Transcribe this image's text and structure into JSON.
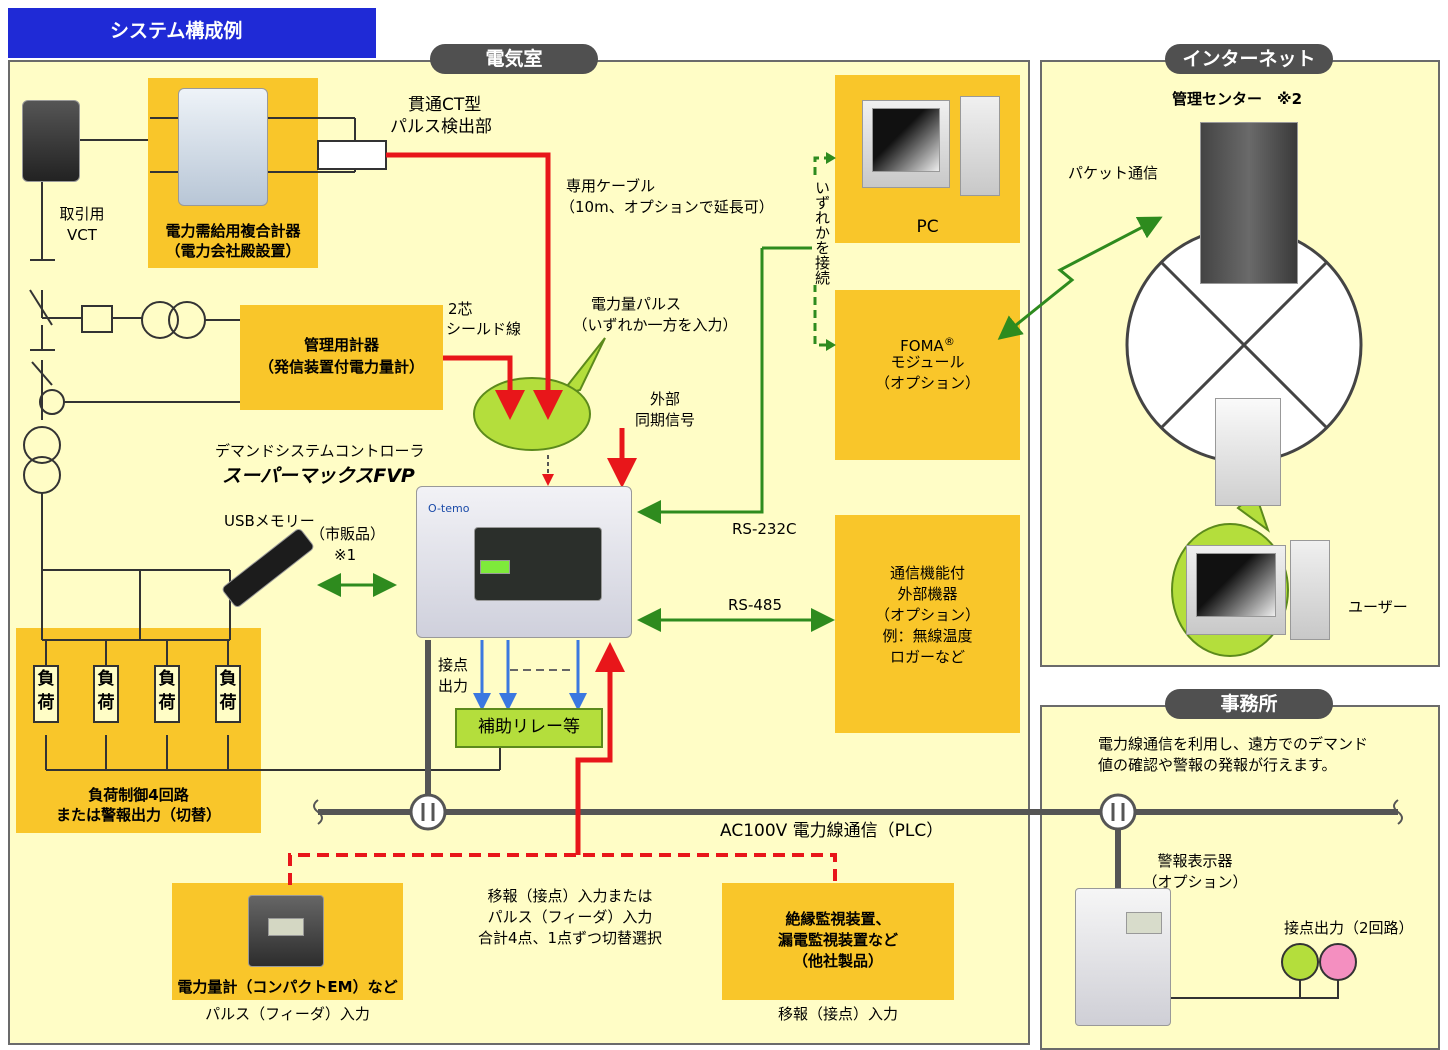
{
  "title": "システム構成例",
  "sections": {
    "denki": "電気室",
    "internet": "インターネット",
    "jimusho": "事務所"
  },
  "labels": {
    "vct": [
      "取引用",
      "VCT"
    ],
    "meter_complex": [
      "電力需給用複合計器",
      "（電力会社殿設置）"
    ],
    "ct": [
      "貫通CT型",
      "パルス検出部"
    ],
    "cable": [
      "専用ケーブル",
      "（10m、オプションで延長可）"
    ],
    "shield": [
      "2芯",
      "シールド線"
    ],
    "kanri_meter": [
      "管理用計器",
      "（発信装置付電力量計）"
    ],
    "pulse": [
      "電力量パルス",
      "（いずれか一方を入力）"
    ],
    "gaibu": [
      "外部",
      "同期信号"
    ],
    "controller_sub": "デマンドシステムコントローラ",
    "controller_name": "スーパーマックスFVP",
    "controller_brand": "O-temo",
    "usb": "USBメモリー",
    "usb_note": [
      "（市販品）",
      "※1"
    ],
    "load_chars": [
      "負",
      "荷"
    ],
    "load_ctrl": [
      "負荷制御4回路",
      "または警報出力（切替）"
    ],
    "contact_out": [
      "接点",
      "出力"
    ],
    "relay": "補助リレー等",
    "pc": "PC",
    "izureka": "いずれかを接続",
    "foma": [
      "FOMA",
      "モジュール",
      "（オプション）"
    ],
    "foma_mark": "®",
    "rs232": "RS-232C",
    "rs485": "RS-485",
    "tsushin": [
      "通信機能付",
      "外部機器",
      "（オプション）",
      "例：無線温度",
      "ロガーなど"
    ],
    "plc": "AC100V 電力線通信（PLC）",
    "compact_meter": "電力量計（コンパクトEM）など",
    "pulse_feeder": "パルス（フィーダ）入力",
    "iho_text": [
      "移報（接点）入力または",
      "パルス（フィーダ）入力",
      "合計4点、1点ずつ切替選択"
    ],
    "zetsuen": [
      "絶縁監視装置、",
      "漏電監視装置など",
      "（他社製品）"
    ],
    "iho_input": "移報（接点）入力",
    "center": "管理センター　※2",
    "packet": "パケット通信",
    "user": "ユーザー",
    "office_text": [
      "電力線通信を利用し、遠方でのデマンド",
      "値の確認や警報の発報が行えます。"
    ],
    "alarm": [
      "警報表示器",
      "（オプション）"
    ],
    "contact2": "接点出力（2回路）"
  },
  "colors": {
    "title_bg": "#1f2ad6",
    "panel_bg": "#fffdc6",
    "orange": "#f9c62a",
    "red": "#e8161a",
    "green": "#2e8b1e",
    "blue": "#3b78e0",
    "pill": "#505050"
  }
}
